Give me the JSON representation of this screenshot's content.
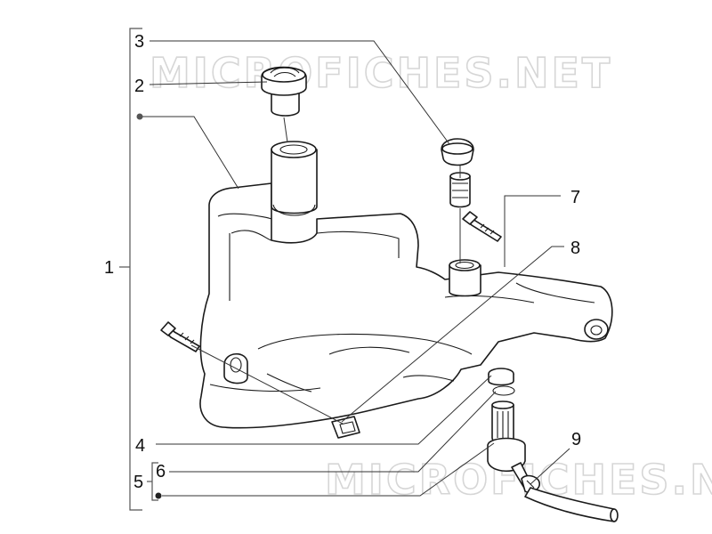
{
  "watermark": "MICROFICHES.NET",
  "callouts": {
    "c1": "1",
    "c2": "2",
    "c3": "3",
    "c4": "4",
    "c5": "5",
    "c6": "6",
    "c7": "7",
    "c8": "8",
    "c9": "9"
  }
}
